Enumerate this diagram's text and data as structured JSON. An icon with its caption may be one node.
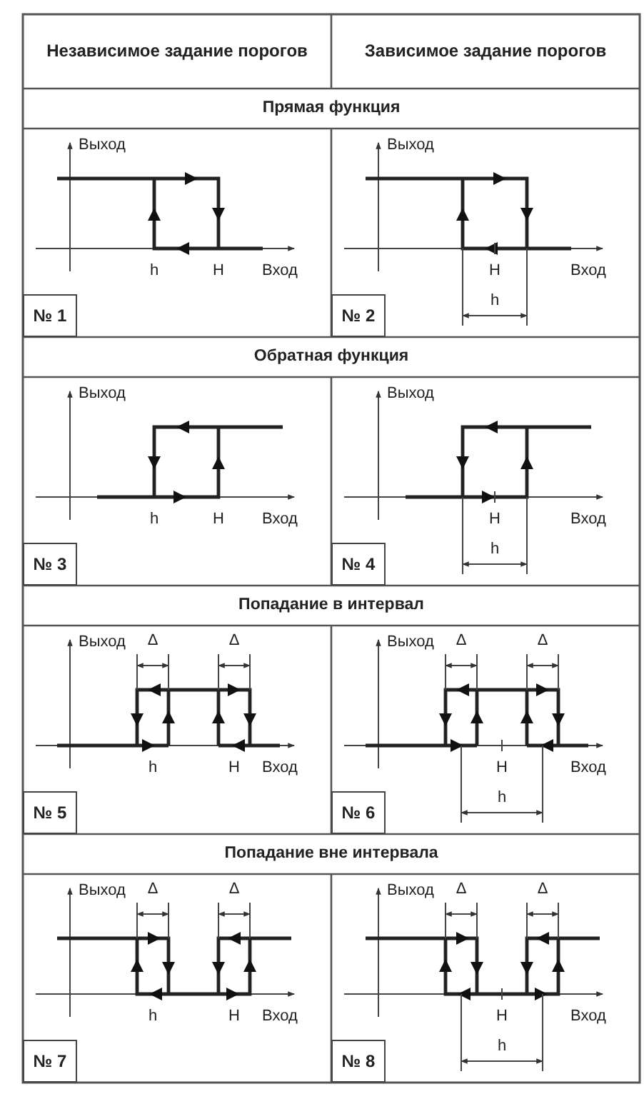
{
  "diagram": {
    "nodes": [
      {
        "text": [
          "№ 1"
        ]
      },
      {
        "text": [
          "№ 2"
        ]
      },
      {
        "text": [
          "№ 3"
        ]
      },
      {
        "text": [
          "№ 4"
        ]
      },
      {
        "text": [
          "№ 5"
        ]
      },
      {
        "text": [
          "№ 6"
        ]
      },
      {
        "text": [
          "№ 7"
        ]
      },
      {
        "text": [
          "№ 8"
        ]
      }
    ],
    "labels": [
      "Независимое задание порогов",
      "Зависимое задание порогов",
      "Прямая функция",
      "Выход",
      "h",
      "H",
      "Вход",
      "Выход",
      "H",
      "Вход",
      "h",
      "Обратная функция",
      "Выход",
      "h",
      "H",
      "Вход",
      "Выход",
      "H",
      "Вход",
      "h",
      "Попадание в интервал",
      "Выход",
      "Δ",
      "Δ",
      "h",
      "H",
      "Вход",
      "Выход",
      "Δ",
      "Δ",
      "H",
      "Вход",
      "h",
      "Попадание вне интервала",
      "Выход",
      "Δ",
      "Δ",
      "h",
      "H",
      "Вход",
      "Выход",
      "Δ",
      "Δ",
      "H",
      "Вход",
      "h"
    ]
  }
}
